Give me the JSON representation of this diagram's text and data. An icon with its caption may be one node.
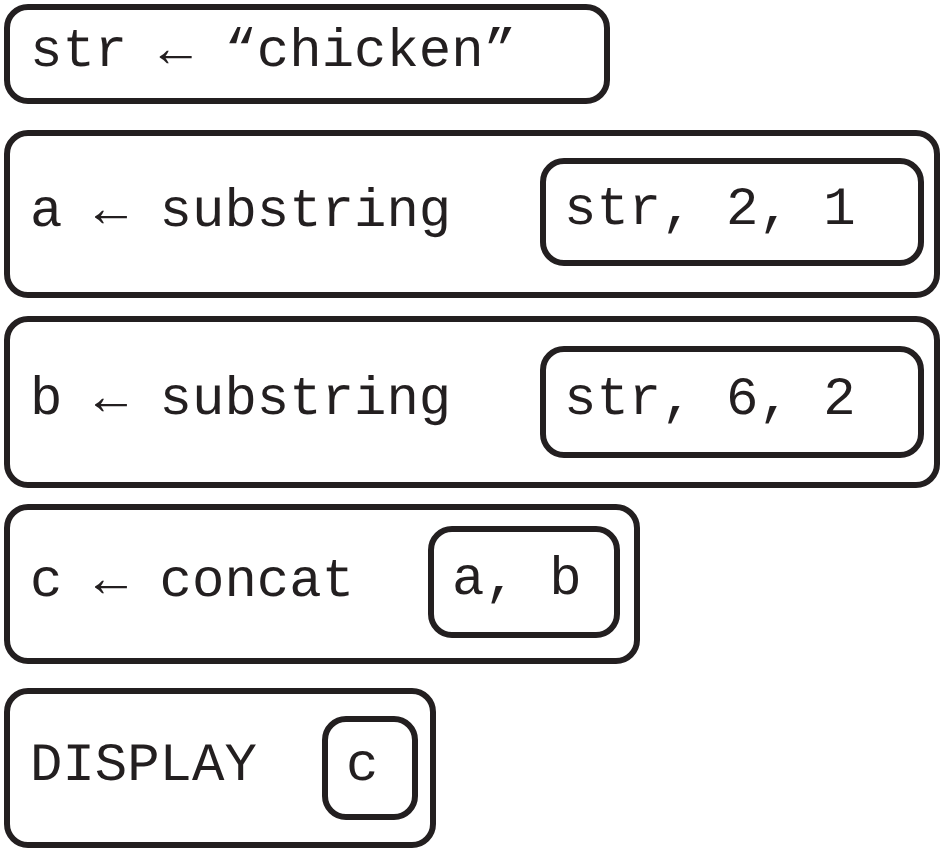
{
  "diagram": {
    "nodes": [
      {
        "text": [
          "str ← “chicken”"
        ]
      },
      {
        "text": [
          "a ← substring"
        ]
      },
      {
        "text": [
          "str, 2, 1"
        ],
        "in": 1
      },
      {
        "text": [
          "b ← substring"
        ]
      },
      {
        "text": [
          "str, 6, 2"
        ],
        "in": 3
      },
      {
        "text": [
          "c ← concat"
        ]
      },
      {
        "text": [
          "a, b"
        ],
        "in": 5
      },
      {
        "text": [
          "DISPLAY"
        ]
      },
      {
        "text": [
          "c"
        ],
        "in": 7
      }
    ]
  }
}
